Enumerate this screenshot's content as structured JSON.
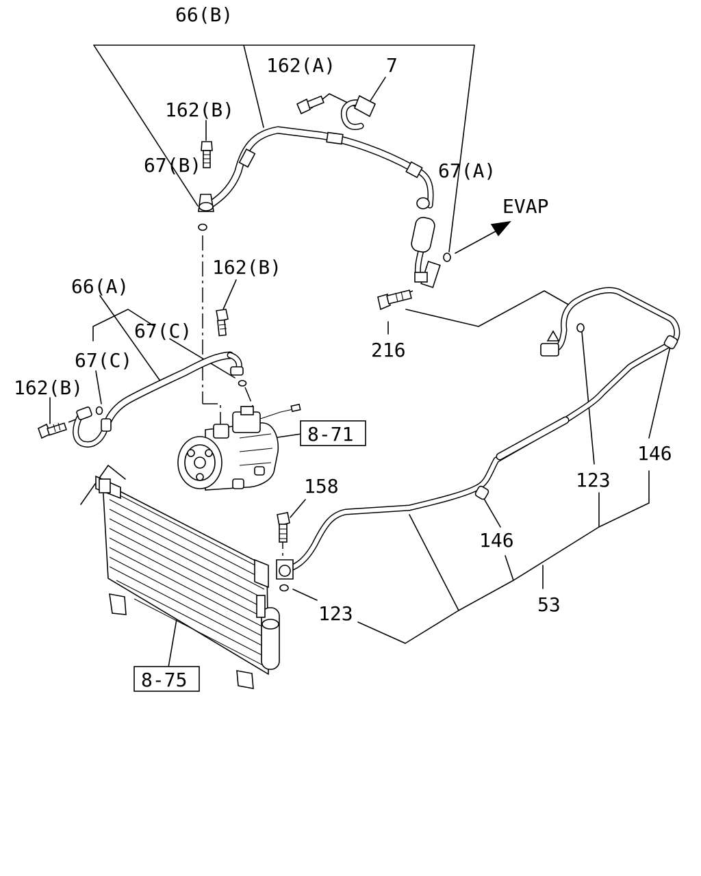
{
  "labels": {
    "p66b": "66(B)",
    "p162a": "162(A)",
    "p7": "7",
    "p162b_top": "162(B)",
    "p67b": "67(B)",
    "p67a": "67(A)",
    "evap": "EVAP",
    "p162b_mid": "162(B)",
    "p66a": "66(A)",
    "p67c_right": "67(C)",
    "p67c_left": "67(C)",
    "p162b_left": "162(B)",
    "p216": "216",
    "p146_right": "146",
    "p123_right": "123",
    "p158": "158",
    "p146_mid": "146",
    "p123_bottom": "123",
    "p53": "53",
    "ref_compressor": "8-71",
    "ref_condenser": "8-75"
  }
}
